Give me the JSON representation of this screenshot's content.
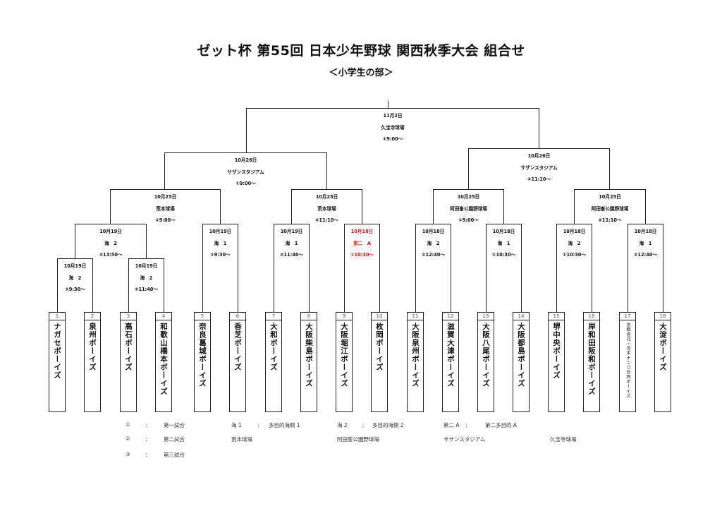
{
  "title": "ゼット杯 第55回 日本少年野球 関西秋季大会 組合せ",
  "subtitle": "＜小学生の部＞",
  "colors": {
    "line": "#222222",
    "highlight": "#e01010"
  },
  "teams": [
    {
      "no": "1",
      "name": "ナガセボーイズ"
    },
    {
      "no": "2",
      "name": "泉州ボーイズ"
    },
    {
      "no": "3",
      "name": "高石ボーイズ"
    },
    {
      "no": "4",
      "name": "和歌山橋本ボーイズ"
    },
    {
      "no": "5",
      "name": "奈良葛城ボーイズ"
    },
    {
      "no": "6",
      "name": "香芝ボーイズ"
    },
    {
      "no": "7",
      "name": "大和ボーイズ"
    },
    {
      "no": "8",
      "name": "大阪柴島ボーイズ"
    },
    {
      "no": "9",
      "name": "大阪堀江ボーイズ"
    },
    {
      "no": "10",
      "name": "枚岡ボーイズ"
    },
    {
      "no": "11",
      "name": "大阪泉州ボーイズ"
    },
    {
      "no": "12",
      "name": "滋賀大津ボーイズ"
    },
    {
      "no": "13",
      "name": "大阪八尾ボーイズ"
    },
    {
      "no": "14",
      "name": "大阪都島ボーイズ"
    },
    {
      "no": "15",
      "name": "堺中央ボーイズ"
    },
    {
      "no": "16",
      "name": "岸和田阪和ボーイズ"
    },
    {
      "no": "17",
      "name": "京都洛北・茨木ナニワ合同ボーイズ"
    },
    {
      "no": "18",
      "name": "大淀ボーイズ"
    }
  ],
  "matches": [
    {
      "date": "10月19日",
      "venue": "海　2",
      "time": "①9:30～"
    },
    {
      "date": "10月19日",
      "venue": "海　2",
      "time": "②11:40～"
    },
    {
      "date": "10月19日",
      "venue": "海　2",
      "time": "③13:50～"
    },
    {
      "date": "10月19日",
      "venue": "海　1",
      "time": "①9:30～"
    },
    {
      "date": "10月25日",
      "venue": "荒本球場",
      "time": "①9:00～"
    },
    {
      "date": "10月19日",
      "venue": "海　1",
      "time": "②11:40～"
    },
    {
      "date": "10月18日",
      "venue": "第二　A",
      "time": "①10:30～",
      "highlight": true
    },
    {
      "date": "10月25日",
      "venue": "荒本球場",
      "time": "②11:10～"
    },
    {
      "date": "10月26日",
      "venue": "サザンスタジアム",
      "time": "①9:00～"
    },
    {
      "date": "10月18日",
      "venue": "海　2",
      "time": "②12:40～"
    },
    {
      "date": "10月18日",
      "venue": "海　1",
      "time": "①10:30～"
    },
    {
      "date": "10月25日",
      "venue": "阿田峯公園野球場",
      "time": "①9:00～"
    },
    {
      "date": "10月18日",
      "venue": "海　2",
      "time": "①10:30～"
    },
    {
      "date": "10月18日",
      "venue": "海　1",
      "time": "②12:40～"
    },
    {
      "date": "10月25日",
      "venue": "阿田峯公園野球場",
      "time": "②11:10～"
    },
    {
      "date": "10月26日",
      "venue": "サザンスタジアム",
      "time": "②11:10～"
    },
    {
      "date": "11月2日",
      "venue": "久宝寺球場",
      "time": "①9:00～"
    }
  ],
  "legend": {
    "row1": [
      "①",
      "：",
      "第一試合",
      "海 1",
      "：",
      "多目的海側 1",
      "海 2",
      "：",
      "多目的海側 2",
      "第二 A",
      "：",
      "第二多目的 A"
    ],
    "row2": [
      "②",
      "：",
      "第二試合",
      "荒本球場",
      "阿田峯公園野球場",
      "ササンスタジアム",
      "久宝寺球場"
    ],
    "row3": [
      "③",
      "：",
      "第三試合"
    ]
  }
}
